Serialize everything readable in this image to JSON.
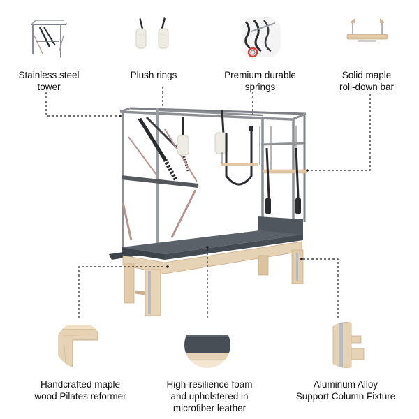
{
  "features": {
    "tower": {
      "label": "Stainless steel\ntower",
      "icon": "tower-frame-icon"
    },
    "rings": {
      "label": "Plush rings",
      "icon": "plush-rings-icon"
    },
    "springs": {
      "label": "Premium durable\nsprings",
      "icon": "springs-icon"
    },
    "rolldown": {
      "label": "Solid maple\nroll-down bar",
      "icon": "roll-down-bar-icon"
    },
    "maple": {
      "label": "Handcrafted maple\nwood Pilates reformer",
      "icon": "maple-wood-icon"
    },
    "foam": {
      "label": "High-resilience foam\nand upholstered in\nmicrofiber leather",
      "icon": "foam-cushion-icon"
    },
    "column": {
      "label": "Aluminum Alloy\nSupport Column Fixture",
      "icon": "support-column-icon"
    }
  },
  "colors": {
    "steel": "#8c8f94",
    "steel_dark": "#5a5d62",
    "maple": "#e6d2b4",
    "maple_dark": "#c9b08b",
    "upholstery": "#4a5058",
    "strap": "#2a2c30",
    "leader": "#222222"
  }
}
